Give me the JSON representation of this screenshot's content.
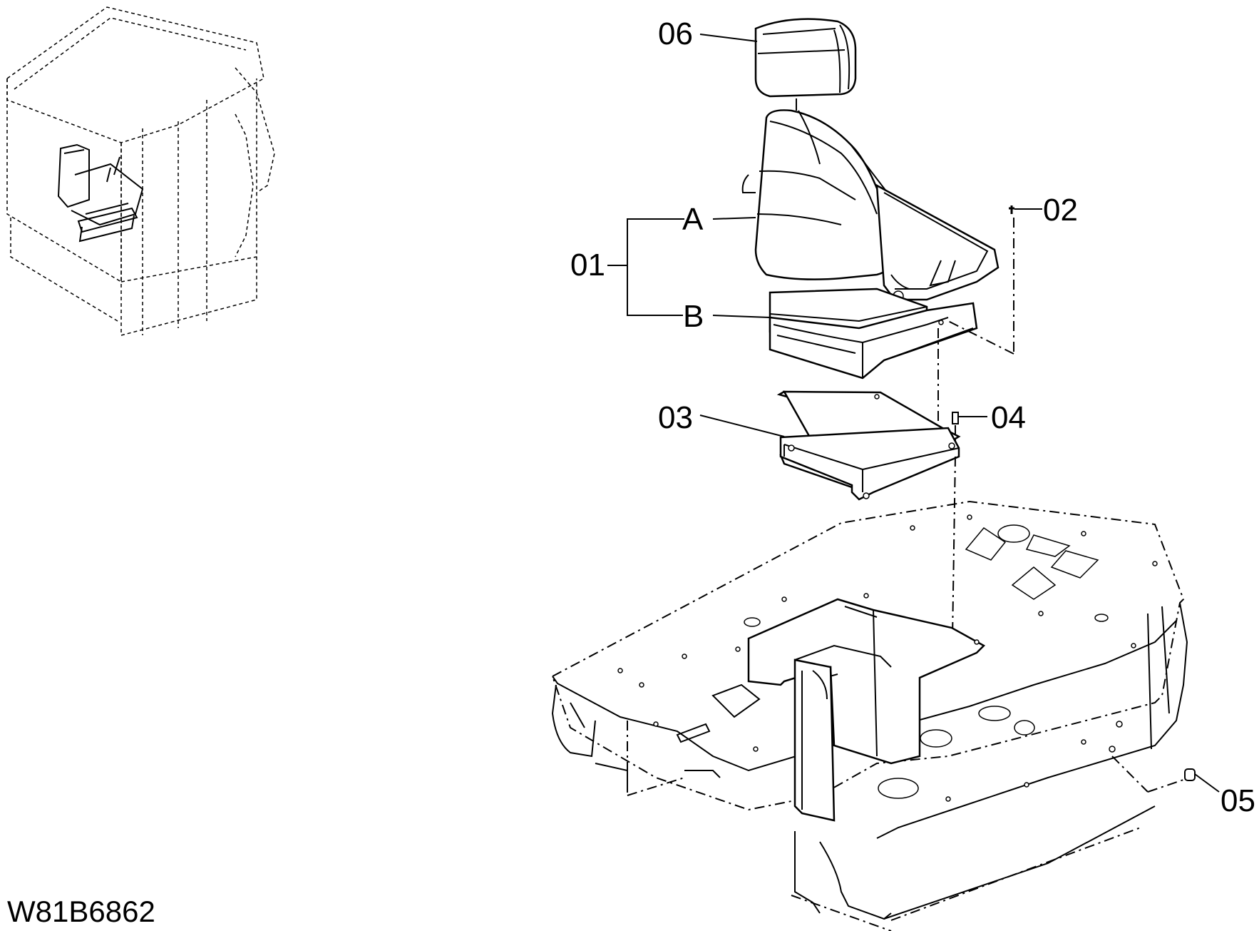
{
  "drawing_code": "W81B6862",
  "callouts": {
    "p01": "01",
    "p02": "02",
    "p03": "03",
    "p04": "04",
    "p05": "05",
    "p06": "06",
    "sub_a": "A",
    "sub_b": "B"
  }
}
